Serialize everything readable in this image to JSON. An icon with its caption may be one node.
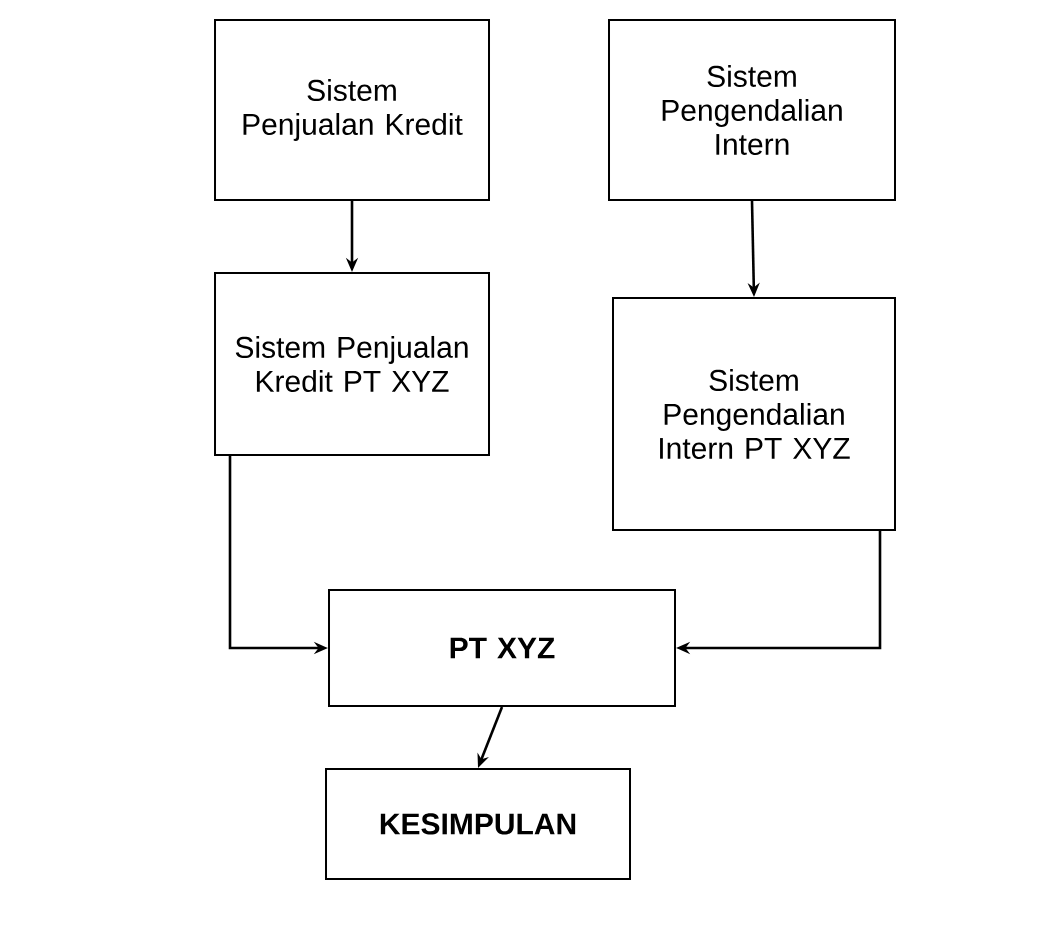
{
  "diagram": {
    "nodes": [
      {
        "text": [
          "Sistem Penjualan Kredit"
        ]
      },
      {
        "text": [
          "Sistem Pengendalian Intern"
        ]
      },
      {
        "text": [
          "Sistem Penjualan Kredit PT XYZ"
        ]
      },
      {
        "text": [
          "Sistem Pengendalian Intern PT XYZ"
        ]
      },
      {
        "text": [
          "PT XYZ"
        ]
      },
      {
        "text": [
          "KESIMPULAN"
        ]
      }
    ],
    "edges": [
      {
        "from": 0,
        "to": 2,
        "arrow": "to"
      },
      {
        "from": 1,
        "to": 3,
        "arrow": "to"
      },
      {
        "from": 2,
        "to": 4,
        "arrow": "to"
      },
      {
        "from": 3,
        "to": 4,
        "arrow": "to"
      },
      {
        "from": 4,
        "to": 5,
        "arrow": "to"
      }
    ]
  }
}
